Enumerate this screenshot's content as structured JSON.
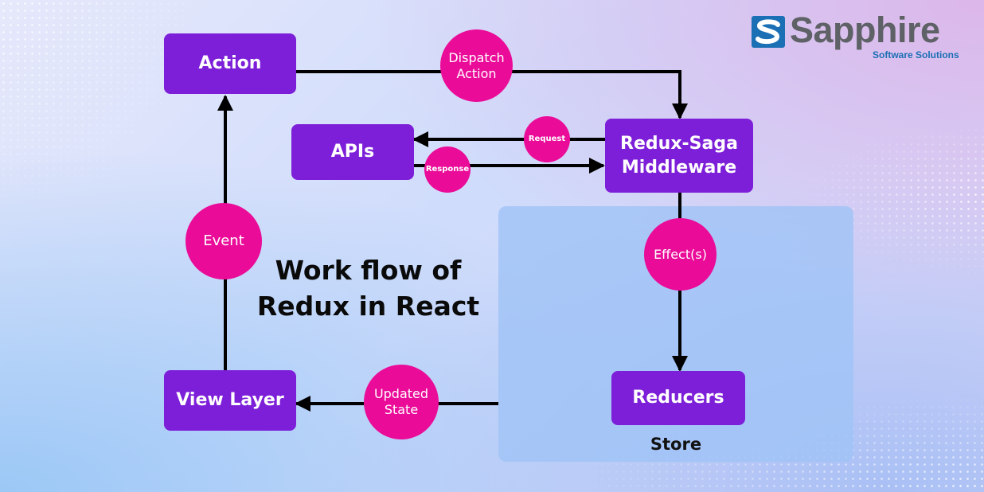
{
  "title": "Work flow of\nRedux in React",
  "brand": {
    "name": "Sapphire",
    "tagline": "Software Solutions",
    "mark_color": "#1b6fb5",
    "icon": "sapphire-s-logo"
  },
  "colors": {
    "node": "#7d1fd8",
    "event_circle": "#ea0c99",
    "store_region": "#a0c3f6",
    "arrow": "#000000"
  },
  "nodes": {
    "action": "Action",
    "apis": "APIs",
    "middleware": "Redux-Saga\nMiddleware",
    "view_layer": "View Layer",
    "reducers": "Reducers"
  },
  "store": {
    "label": "Store"
  },
  "edge_labels": {
    "dispatch": "Dispatch\nAction",
    "request": "Request",
    "response": "Response",
    "event": "Event",
    "effects": "Effect(s)",
    "updated_state": "Updated\nState"
  },
  "edges": [
    {
      "from": "action",
      "to": "middleware",
      "label": "Dispatch\nAction"
    },
    {
      "from": "middleware",
      "to": "apis",
      "label": "Request"
    },
    {
      "from": "apis",
      "to": "middleware",
      "label": "Response"
    },
    {
      "from": "middleware",
      "to": "reducers",
      "label": "Effect(s)"
    },
    {
      "from": "store",
      "to": "view_layer",
      "label": "Updated\nState"
    },
    {
      "from": "view_layer",
      "to": "action",
      "label": "Event"
    }
  ]
}
